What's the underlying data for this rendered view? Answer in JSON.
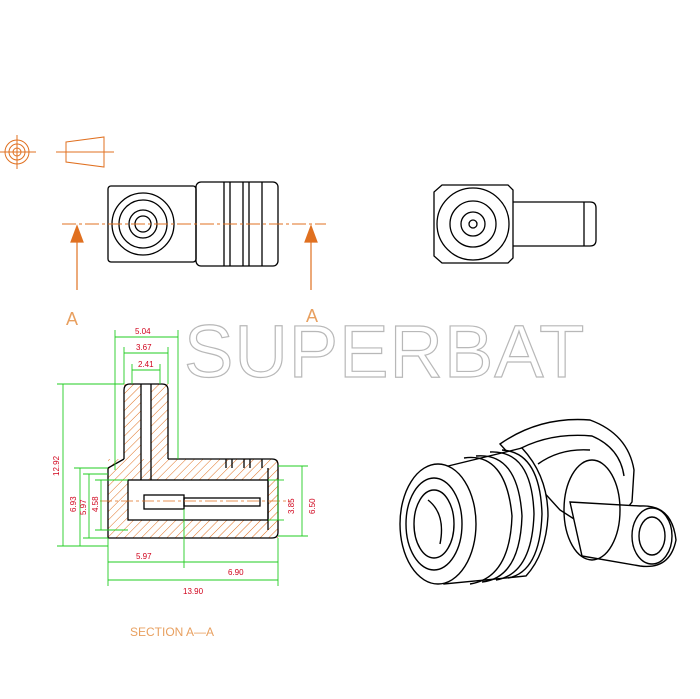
{
  "watermark": "SUPERBAT",
  "section_marker": {
    "left": "A",
    "right": "A"
  },
  "section_caption": "SECTION  A—A",
  "dimensions": {
    "d504": "5.04",
    "d367": "3.67",
    "d241": "2.41",
    "d1292": "12.92",
    "d693": "6.93",
    "d597v": "5.97",
    "d458": "4.58",
    "d385": "3.85",
    "d650": "6.50",
    "d597h": "5.97",
    "d690": "6.90",
    "d1390": "13.90"
  },
  "colors": {
    "outline": "#000000",
    "dimension_line": "#22cc22",
    "dimension_text": "#d0021b",
    "center_line": "#e07020",
    "hatch": "#e07020",
    "section_arrow": "#e07020"
  },
  "icons": [
    "projection-concentric-circles-icon",
    "projection-truncated-cone-icon"
  ]
}
